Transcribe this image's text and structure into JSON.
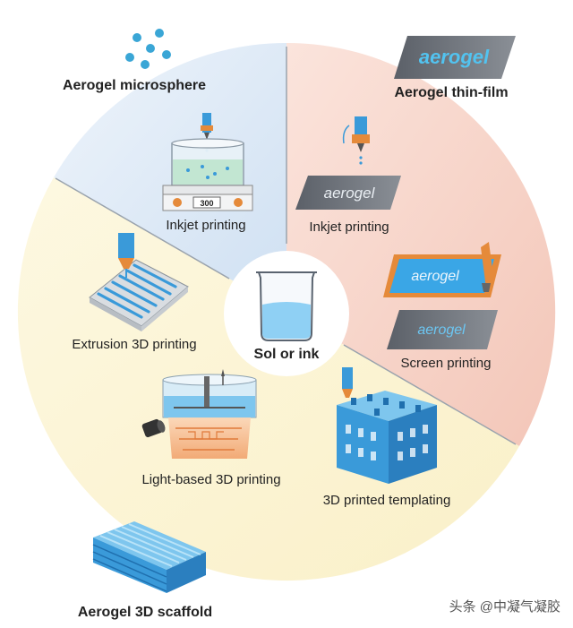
{
  "corner_labels": {
    "microsphere": "Aerogel microsphere",
    "thin_film": "Aerogel thin-film",
    "scaffold": "Aerogel 3D scaffold"
  },
  "center_label": "Sol or ink",
  "method_labels": {
    "inkjet_left": "Inkjet printing",
    "inkjet_right": "Inkjet printing",
    "extrusion": "Extrusion 3D printing",
    "screen": "Screen printing",
    "light_based": "Light-based 3D printing",
    "templating": "3D printed templating"
  },
  "film_texts": {
    "top": "aerogel",
    "inkjet": "aerogel",
    "screen_upper": "aerogel",
    "screen_lower": "aerogel"
  },
  "stirrer_display": "300",
  "watermark": "头条 @中凝气凝胶",
  "colors": {
    "blue_sector": "#dbe8f5",
    "pink_sector": "#f8d9cf",
    "yellow_sector": "#fbf5d6",
    "aerogel_blue": "#3a9ad9",
    "label_text": "#222222"
  },
  "icons": [
    "nozzle-icon",
    "beaker-icon",
    "stirrer-icon",
    "film-icon",
    "cube-icon",
    "scaffold-icon",
    "squeegee-icon",
    "lamp-icon"
  ]
}
